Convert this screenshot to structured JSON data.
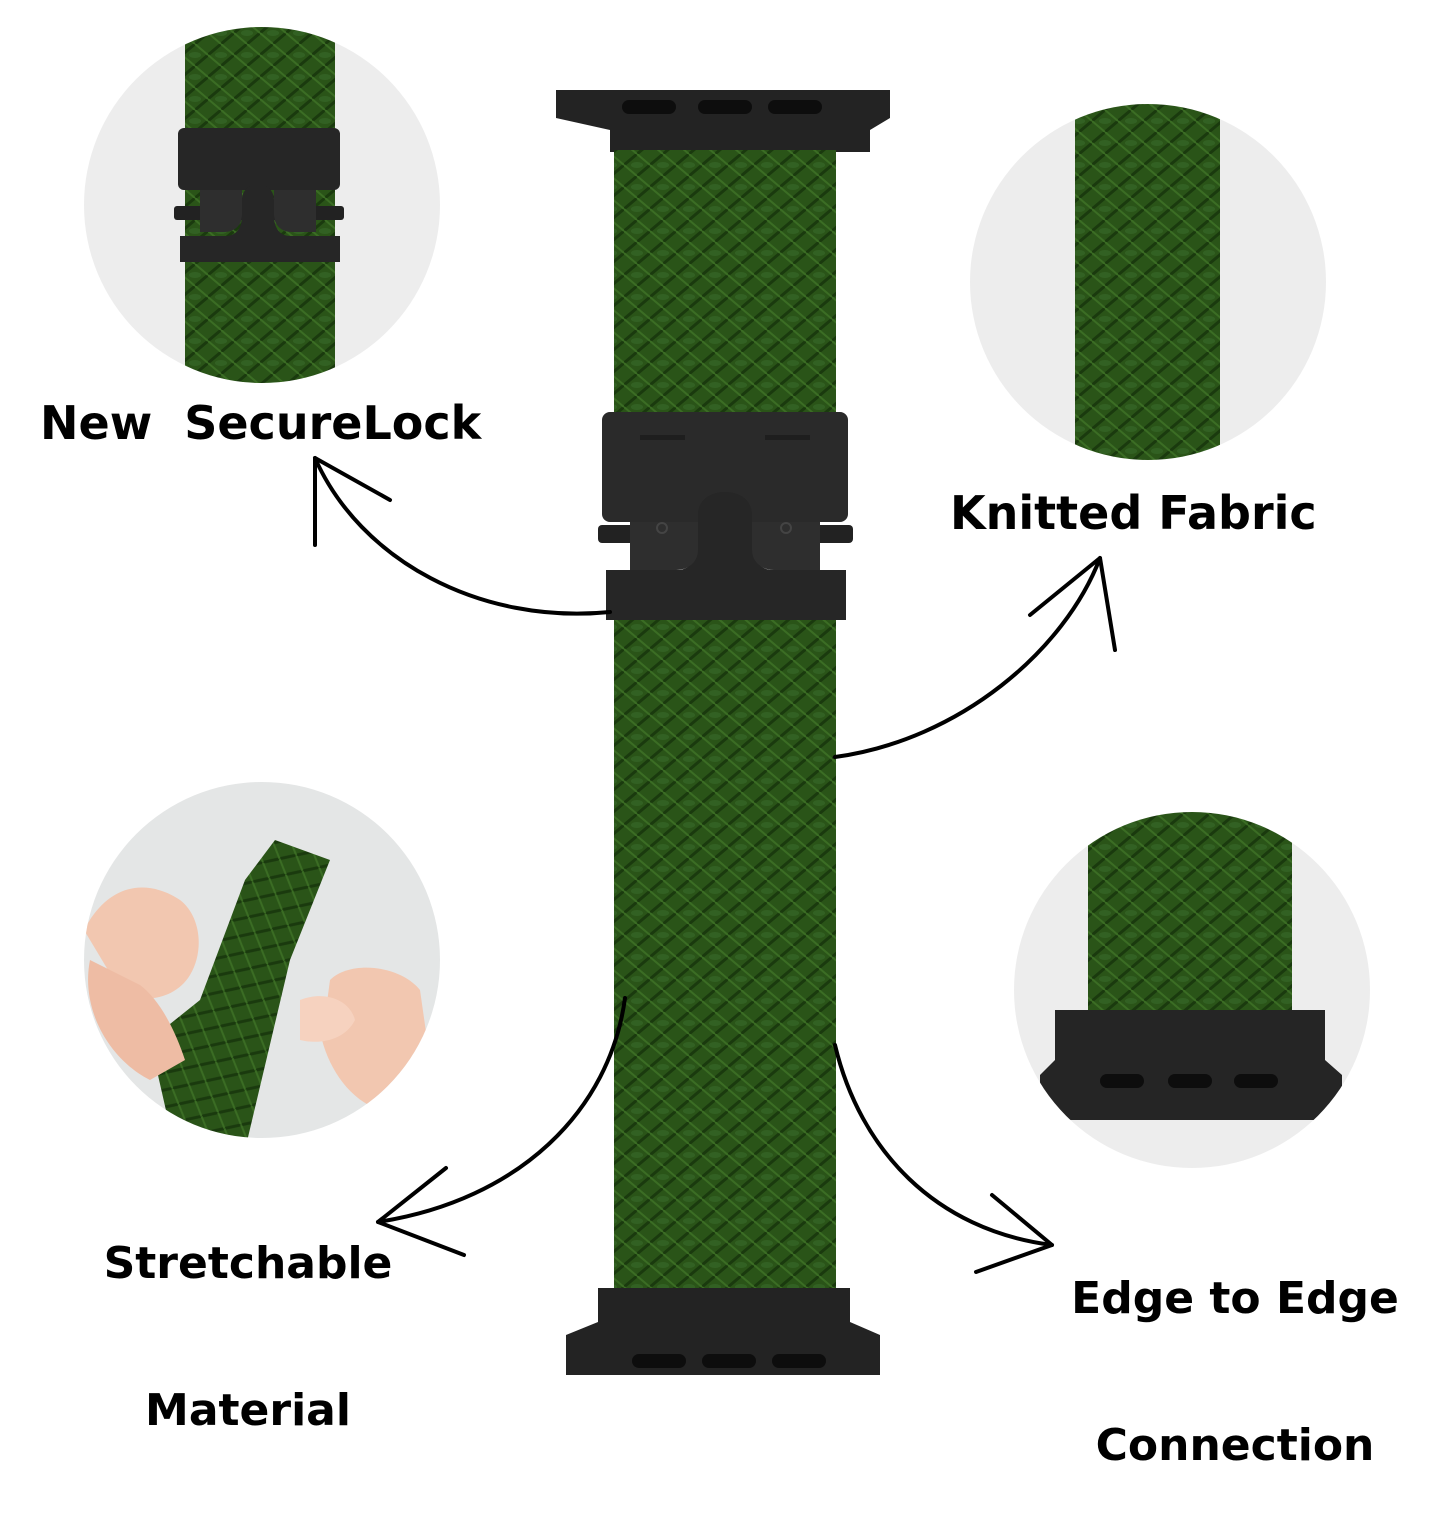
{
  "features": {
    "securelock": "New  SecureLock",
    "knitted": "Knitted Fabric",
    "stretch_line1": "Stretchable",
    "stretch_line2": "Material",
    "edge_line1": "Edge to Edge",
    "edge_line2": "Connection"
  },
  "colors": {
    "band_green": "#2a5418",
    "band_green_dark": "#1d3d10",
    "hardware_black": "#222222",
    "circle_bg": "#ededed",
    "label_text": "#000000"
  }
}
